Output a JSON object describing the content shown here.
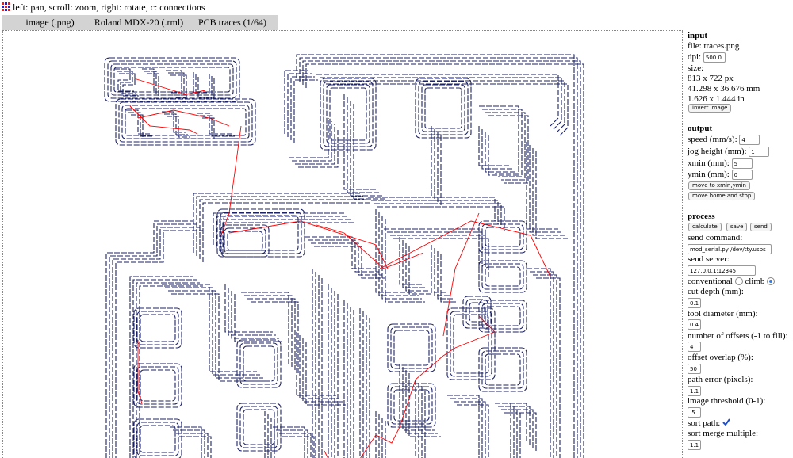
{
  "header": {
    "hint": "left: pan, scroll: zoom, right: rotate, c: connections",
    "logo_colors": [
      "#d22",
      "#22b",
      "#d22",
      "#22b",
      "#d22",
      "#22b",
      "#d22",
      "#22b",
      "#d22"
    ]
  },
  "tabs": [
    {
      "label": "image (.png)"
    },
    {
      "label": "Roland MDX-20 (.rml)"
    },
    {
      "label": "PCB traces (1/64)"
    }
  ],
  "viewer": {
    "trace_color": "#1c2266",
    "connection_color": "#ff0000"
  },
  "panel": {
    "input": {
      "title": "input",
      "file": "file: traces.png",
      "dpi_label": "dpi:",
      "dpi_value": "500.0",
      "size_label": "size:",
      "px": "813 x 722 px",
      "mm": "41.298 x 36.676 mm",
      "in": "1.626 x 1.444 in",
      "invert_button": "invert image"
    },
    "output": {
      "title": "output",
      "speed_label": "speed (mm/s):",
      "speed_value": "4",
      "jog_label": "jog height (mm):",
      "jog_value": "1",
      "xmin_label": "xmin (mm):",
      "xmin_value": "5",
      "ymin_label": "ymin (mm):",
      "ymin_value": "0",
      "move_xy_button": "move to xmin,ymin",
      "move_home_button": "move home and stop"
    },
    "process": {
      "title": "process",
      "calculate_button": "calculate",
      "save_button": "save",
      "send_button": "send",
      "send_command_label": "send command:",
      "send_command_value": "mod_serial.py /dev/tty.usbs",
      "send_server_label": "send server:",
      "send_server_value": "127.0.0.1:12345",
      "conventional_label": "conventional",
      "conventional_checked": false,
      "climb_label": "climb",
      "climb_checked": true,
      "cut_depth_label": "cut depth (mm):",
      "cut_depth_value": "0.1",
      "tool_diameter_label": "tool diameter (mm):",
      "tool_diameter_value": "0.4",
      "offsets_label": "number of offsets (-1 to fill):",
      "offsets_value": "4",
      "overlap_label": "offset overlap (%):",
      "overlap_value": "50",
      "path_error_label": "path error (pixels):",
      "path_error_value": "1.1",
      "threshold_label": "image threshold (0-1):",
      "threshold_value": ".5",
      "sort_path_label": "sort path:",
      "sort_path_checked": true,
      "sort_merge_label": "sort merge multiple:",
      "sort_merge_value": "1.1"
    }
  }
}
